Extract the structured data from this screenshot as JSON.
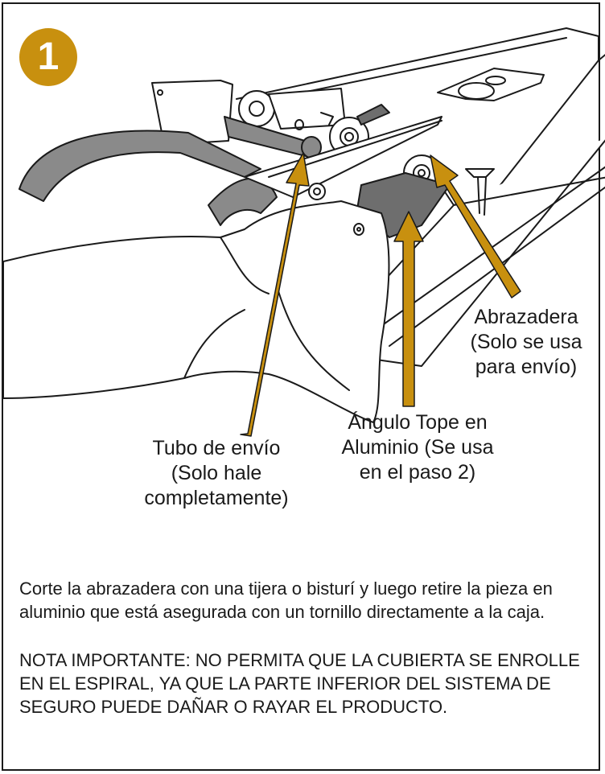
{
  "step": {
    "number": "1",
    "badge_color": "#c8900f"
  },
  "callouts": {
    "clamp": "Abrazadera\n(Solo se usa\npara envío)",
    "tube": "Tubo de envío\n(Solo hale\ncompletamente)",
    "angle": "Ángulo Tope en\nAluminio (Se usa\nen el paso 2)"
  },
  "instructions": {
    "paragraph": "Corte la abrazadera con una tijera o bisturí y luego retire la pieza en aluminio que está asegurada con un tornillo directamente a la caja.",
    "note": "NOTA IMPORTANTE: NO PERMITA QUE LA CUBIERTA SE ENROLLE EN EL ESPIRAL, YA QUE LA PARTE INFERIOR DEL SISTEMA DE SEGURO PUEDE DAÑAR O RAYAR EL PRODUCTO."
  },
  "colors": {
    "arrow": "#c8900f",
    "line": "#1a1a1a",
    "shade": "#8a8a8a",
    "dark_shade": "#6e6e6e"
  },
  "icons": [
    "pliers-icon",
    "hand-icon",
    "shade-housing-icon",
    "arrow-icon"
  ]
}
